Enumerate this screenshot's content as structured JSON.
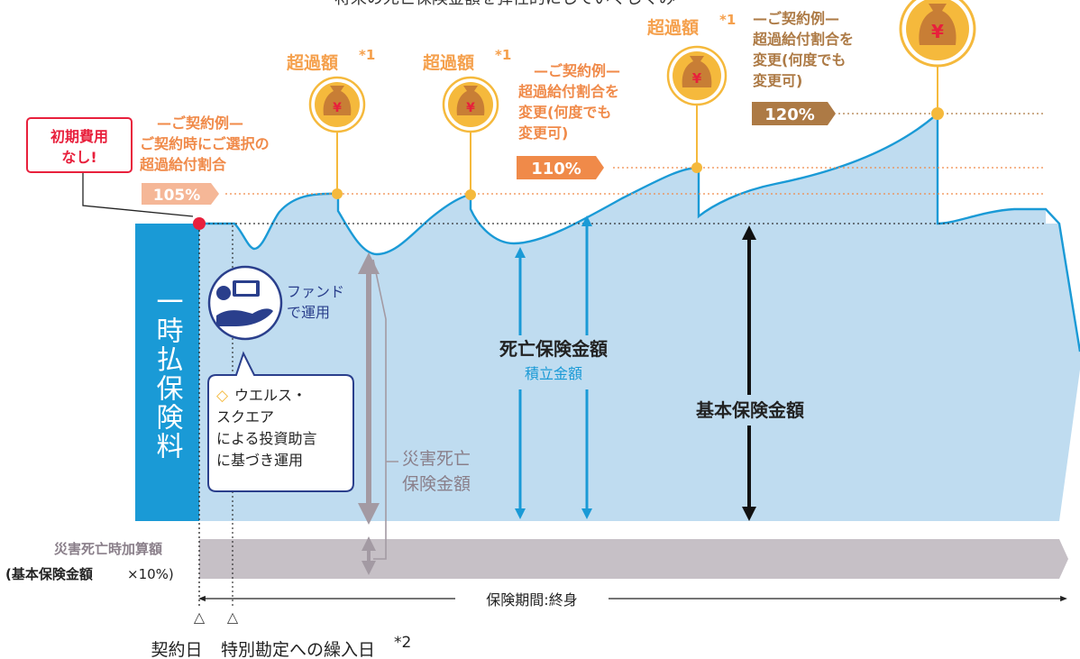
{
  "header_text": "将来の死亡保険金額を弾性的にしていくしくみ",
  "colors": {
    "blue_dark": "#1a9ad6",
    "blue_fill": "#bfdcf0",
    "orange": "#f08a49",
    "gold": "#f5b93c",
    "brown": "#ad7a45",
    "gray_bar": "#c6c0c6",
    "red": "#e8203c",
    "navy": "#2a3f8c"
  },
  "excess_label": "超過額",
  "excess_note": "*1",
  "yen_symbol": "¥",
  "initial_cost": {
    "line1": "初期費用",
    "line2": "なし!"
  },
  "example1": {
    "line1": "—ご契約例—",
    "line2": "ご契約時にご選択の",
    "line3": "超過給付割合",
    "rate": "105%"
  },
  "example2": {
    "line1": "—ご契約例—",
    "line2": "超過給付割合を",
    "line3": "変更(何度でも",
    "line4": "変更可)",
    "rate": "110%"
  },
  "example3": {
    "line1": "—ご契約例—",
    "line2": "超過給付割合を",
    "line3": "変更(何度でも",
    "line4": "変更可)",
    "rate": "120%"
  },
  "premium": "一時払保険料",
  "fund": {
    "line1": "ファンド",
    "line2": "で運用"
  },
  "advice": {
    "diamond": "◇",
    "line1": "ウエルス・",
    "line2": "スクエア",
    "line3": "による投資助言",
    "line4": "に基づき運用"
  },
  "death_benefit": "死亡保険金額",
  "accumulation": "積立金額",
  "base_amount": "基本保険金額",
  "accidental": {
    "line1": "災害死亡",
    "line2": "保険金額"
  },
  "accidental_add": {
    "line1": "災害死亡時加算額",
    "line2_bold": "(基本保険金額",
    "line2_rest": "×10%)"
  },
  "period": "保険期間:終身",
  "contract_day": "契約日",
  "transfer_day": "特別勘定への繰入日",
  "transfer_note": "*2",
  "triangle_mark": "△"
}
